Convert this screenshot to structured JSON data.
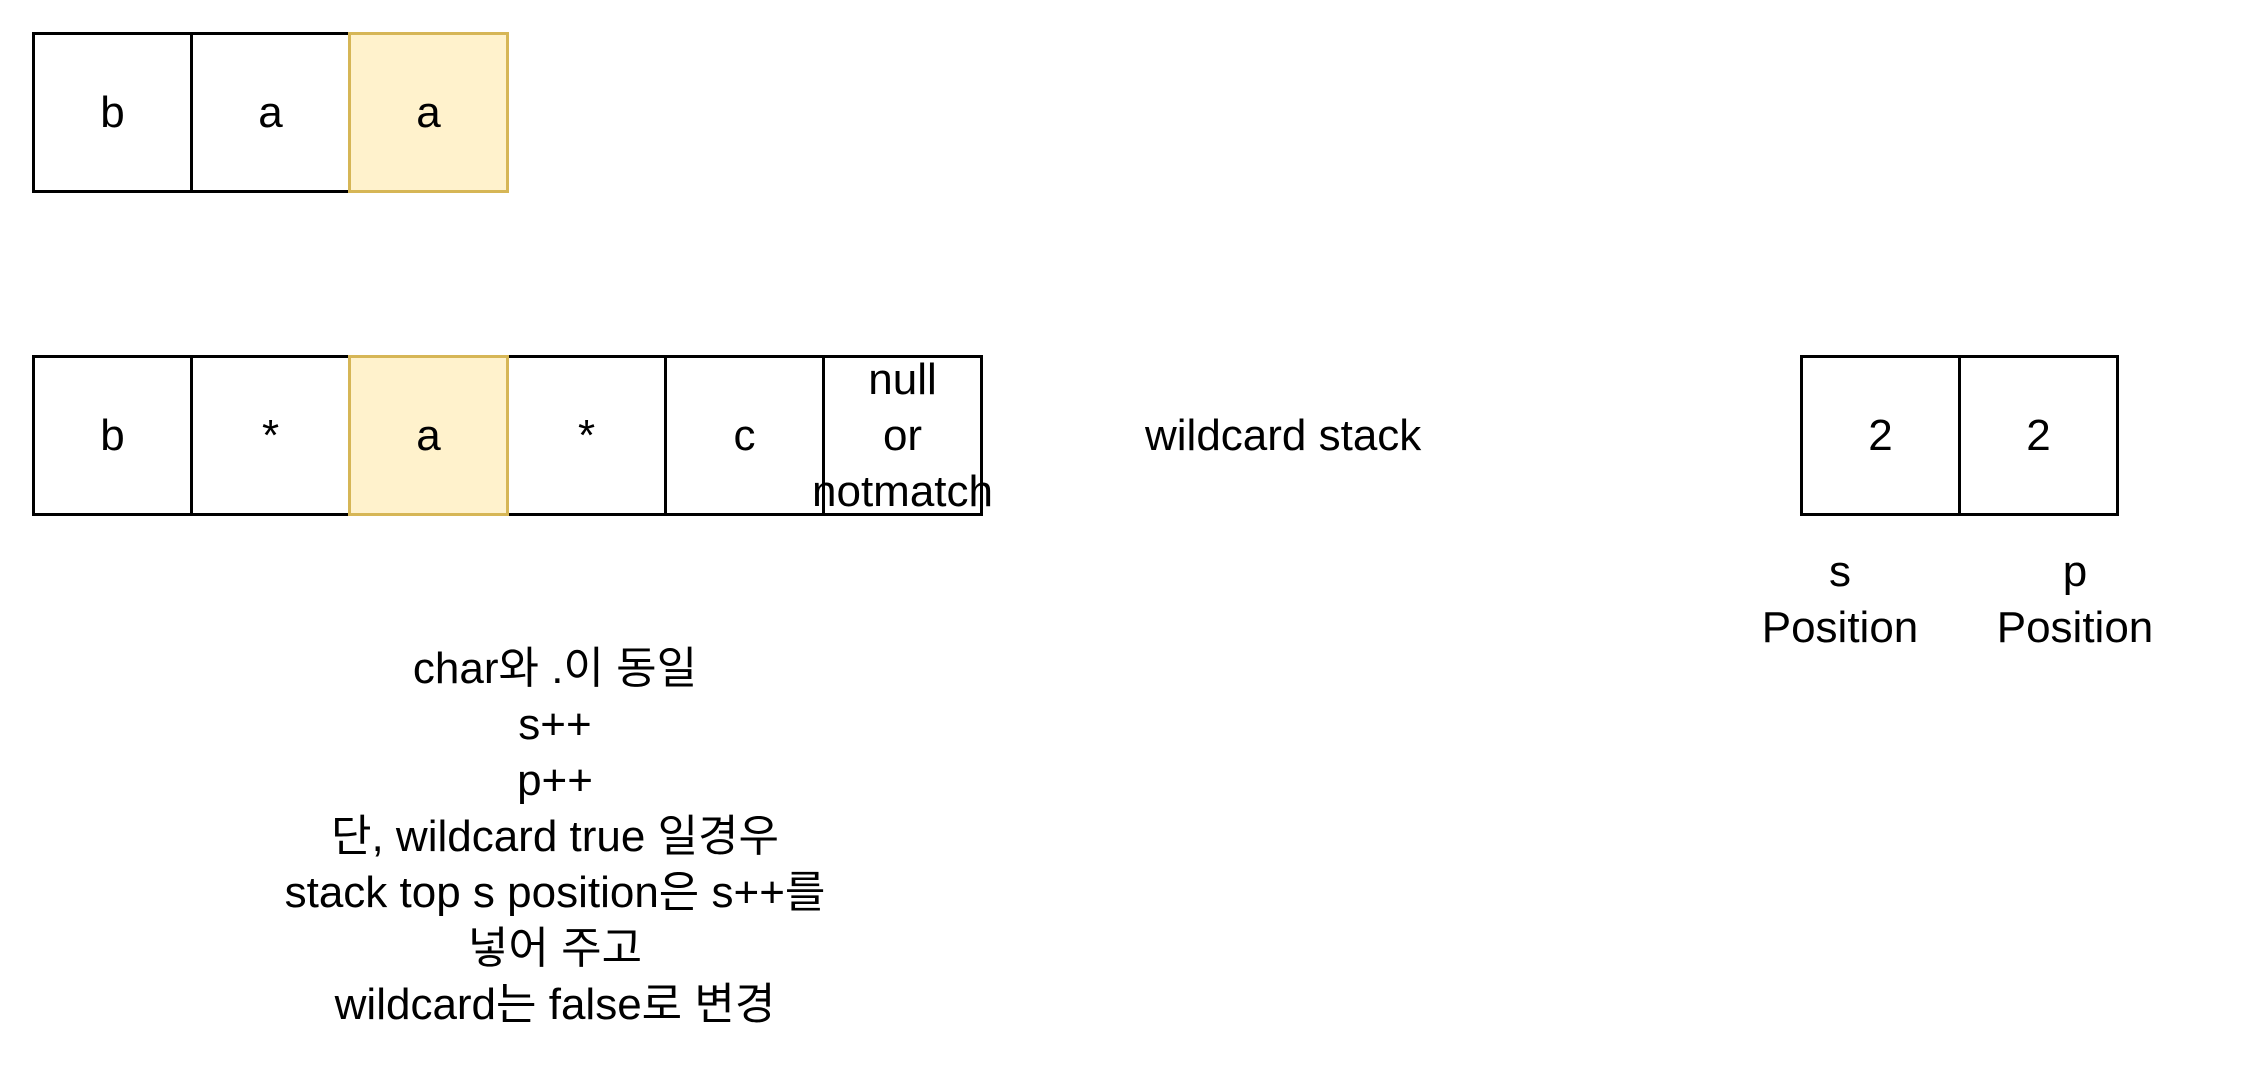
{
  "string_row": {
    "cells": [
      "b",
      "a",
      "a"
    ],
    "highlight_index": 2
  },
  "pattern_row": {
    "cells": [
      "b",
      "*",
      "a",
      "*",
      "c",
      "null\nor\nnotmatch"
    ],
    "highlight_index": 2
  },
  "wildcard_stack": {
    "label": "wildcard stack",
    "cells": [
      "2",
      "2"
    ],
    "s_label": "s\nPosition",
    "p_label": "p\nPosition"
  },
  "explanation": {
    "lines": [
      "char와 .이 동일",
      "s++",
      "p++",
      "단, wildcard true 일경우",
      "stack top s position은 s++를",
      "넣어 주고",
      "wildcard는 false로 변경"
    ]
  },
  "colors": {
    "highlight_fill": "#fff2cc",
    "highlight_border": "#d6b656",
    "border": "#000000"
  }
}
